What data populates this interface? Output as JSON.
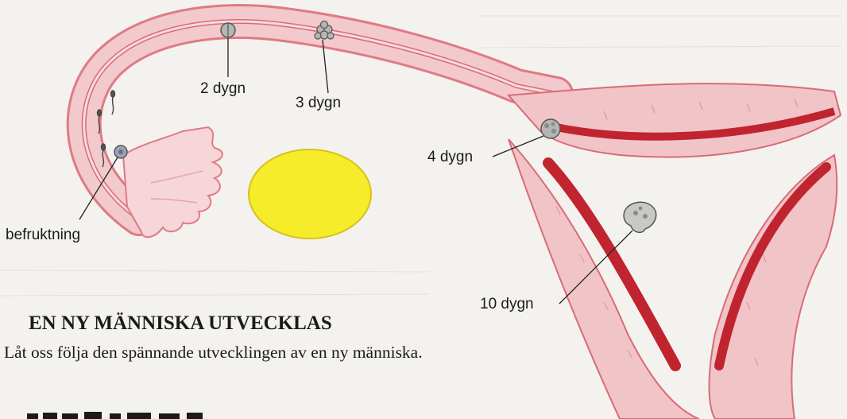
{
  "labels": {
    "day2": "2 dygn",
    "day3": "3 dygn",
    "day4": "4 dygn",
    "day10": "10 dygn",
    "fertilization": "befruktning"
  },
  "text": {
    "heading": "EN NY MÄNNISKA UTVECKLAS",
    "body": "Låt oss följa den spännande utvecklingen av en ny människa."
  },
  "colors": {
    "page": "#f4f2ee",
    "tissue": "#f1c4c7",
    "tissue_dark": "#d8596a",
    "lining": "#c0242f",
    "egg": "#f7ec2a",
    "cell": "#aeb0ae"
  }
}
